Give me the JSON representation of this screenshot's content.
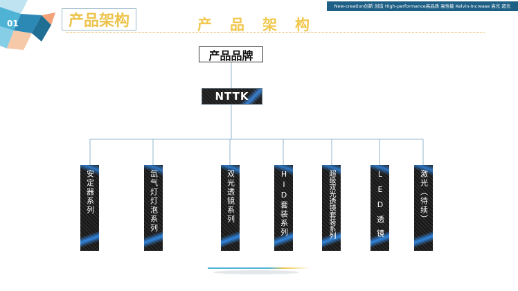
{
  "header": {
    "section_number": "01",
    "section_title": "产品架构",
    "main_title": "产品架构",
    "tagline": "New-creation创新 创造  High-performance高品质 高性能  Kelvin-Increase 高光 超光"
  },
  "tree": {
    "root": "产品品牌",
    "brand": "NTTK",
    "children": [
      {
        "label": "安定器系列"
      },
      {
        "label": "氙气灯灯泡系列"
      },
      {
        "label": "双光透镜系列"
      },
      {
        "label": "HID套装系列"
      },
      {
        "label": "超级双光透镜套装系列"
      },
      {
        "label": "LED透镜"
      },
      {
        "label": "激光（待续）"
      }
    ]
  },
  "colors": {
    "accent_gold": "#f1c74d",
    "tagline_bg": "#1e5f86",
    "connector": "#8fb4cc",
    "logo_cyan": "#4fb3d6",
    "logo_dark": "#1f6e93"
  }
}
